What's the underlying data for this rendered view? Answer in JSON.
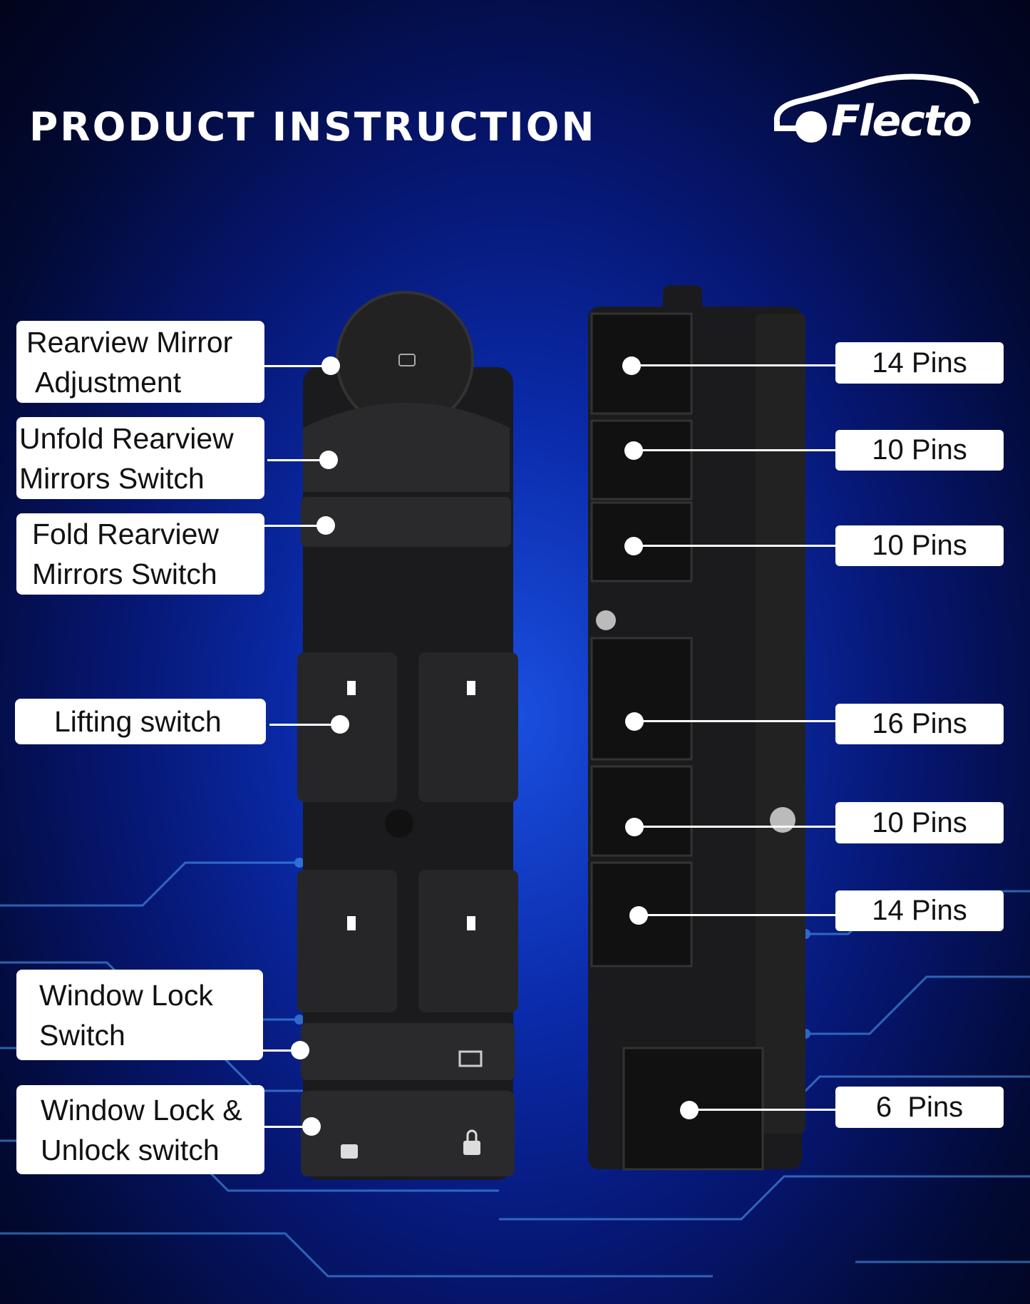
{
  "header": {
    "title": "PRODUCT INSTRUCTION",
    "brand": "Flecto"
  },
  "left_labels": [
    {
      "lines": [
        "Rearview Mirror",
        "Adjustment"
      ]
    },
    {
      "lines": [
        "Unfold Rearview",
        "Mirrors Switch"
      ]
    },
    {
      "lines": [
        "Fold Rearview",
        "Mirrors Switch"
      ]
    },
    {
      "lines": [
        "Lifting switch"
      ]
    },
    {
      "lines": [
        "Window Lock",
        "Switch"
      ]
    },
    {
      "lines": [
        "Window Lock &",
        "Unlock switch"
      ]
    }
  ],
  "right_labels": [
    "14 Pins",
    "10 Pins",
    "10 Pins",
    "16 Pins",
    "10 Pins",
    "14 Pins",
    "6  Pins"
  ],
  "colors": {
    "background": "#0a2aa8",
    "label_bg": "#ffffff",
    "product": "#1b1b1d"
  }
}
